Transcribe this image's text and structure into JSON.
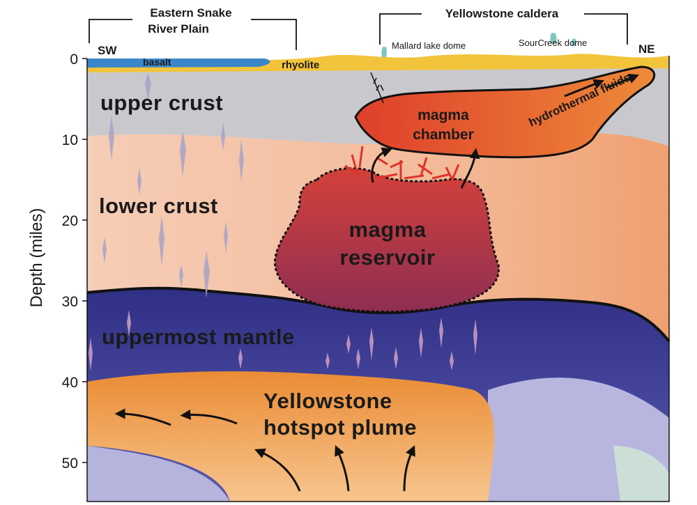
{
  "axis": {
    "ylabel": "Depth (miles)",
    "ticks": [
      "0",
      "10",
      "20",
      "30",
      "40",
      "50"
    ]
  },
  "top_labels": {
    "left_bracket": [
      "Eastern Snake",
      "River Plain"
    ],
    "right_bracket": "Yellowstone caldera",
    "sw": "SW",
    "ne": "NE",
    "mallard": "Mallard lake dome",
    "sourcreek": "SourCreek dome",
    "basalt": "basalt",
    "rhyolite": "rhyolite"
  },
  "layers": {
    "upper_crust": "upper crust",
    "lower_crust": "lower crust",
    "uppermost_mantle": "uppermost mantle",
    "plume": [
      "Yellowstone",
      "hotspot plume"
    ]
  },
  "features": {
    "chamber": [
      "magma",
      "chamber"
    ],
    "reservoir": [
      "magma",
      "reservoir"
    ],
    "fluids": "hydrothermal fluids"
  },
  "colors": {
    "upper_crust": "#c8c8cc",
    "lower_crust": "#f4c4a8",
    "mantle": "#3a3b8c",
    "plume": "#ee9a44",
    "deep": "#b4b4dc",
    "chamber": "#e0522a",
    "reservoir": "#b53a3a",
    "rhyolite": "#f2c43c",
    "basalt": "#3a86c8"
  }
}
